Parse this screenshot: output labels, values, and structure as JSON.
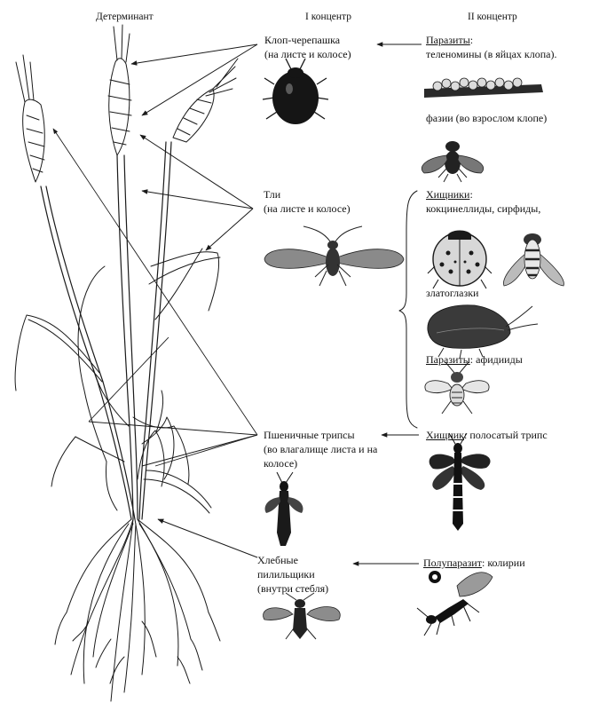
{
  "headers": {
    "determinant": "Детерминант",
    "concentr1": "I концентр",
    "concentr2": "II концентр"
  },
  "level1": {
    "bug": {
      "name": "Клоп-черепашка",
      "where": "(на листе и колосе)"
    },
    "aphids": {
      "name": "Тли",
      "where": "(на листе и колосе)"
    },
    "thrips": {
      "line1": "Пшеничные трипсы",
      "line2": "(во влагалище листа и на",
      "line3": "колосе)"
    },
    "sawfly": {
      "line1": "Хлебные",
      "line2": "пилильщики",
      "line3": "(внутри стебля)"
    }
  },
  "level2": {
    "bug_parasites": {
      "heading": "Паразиты",
      "colon": ":",
      "item1": "теленомины (в яйцах клопа).",
      "item2": "фазии (во взрослом клопе)"
    },
    "aphid_predators": {
      "heading": "Хищники",
      "colon": ":",
      "item1": "кокцинеллиды, сирфиды,",
      "item2": "златоглазки"
    },
    "aphid_parasites": {
      "heading": "Паразиты",
      "rest": ": афидииды"
    },
    "thrips_predator": {
      "heading": "Хищник",
      "rest": ": полосатый трипс"
    },
    "sawfly_parasite": {
      "heading": "Полупаразит",
      "rest": ": колирии"
    }
  }
}
